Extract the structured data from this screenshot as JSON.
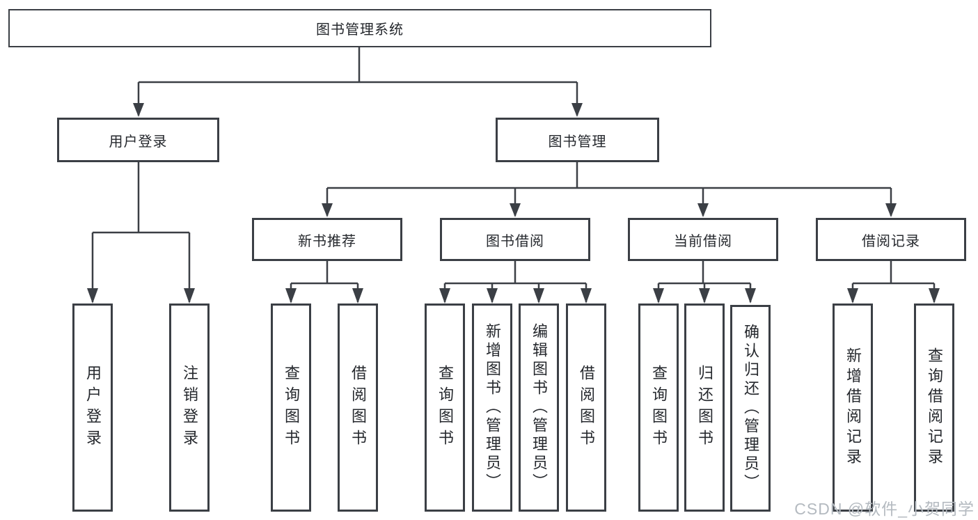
{
  "colors": {
    "line": "#3b3f45",
    "box_border": "#3b3f45",
    "text": "#25282d",
    "watermark": "#b4bac0",
    "background": "#ffffff"
  },
  "tree": {
    "label": "图书管理系统",
    "children": [
      {
        "label": "用户登录",
        "children": [
          {
            "label": "用户登录"
          },
          {
            "label": "注销登录"
          }
        ]
      },
      {
        "label": "图书管理",
        "children": [
          {
            "label": "新书推荐",
            "children": [
              {
                "label": "查询图书"
              },
              {
                "label": "借阅图书"
              }
            ]
          },
          {
            "label": "图书借阅",
            "children": [
              {
                "label": "查询图书"
              },
              {
                "label": "新增图书（管理员）"
              },
              {
                "label": "编辑图书（管理员）"
              },
              {
                "label": "借阅图书"
              }
            ]
          },
          {
            "label": "当前借阅",
            "children": [
              {
                "label": "查询图书"
              },
              {
                "label": "归还图书"
              },
              {
                "label": "确认归还（管理员）"
              }
            ]
          },
          {
            "label": "借阅记录",
            "children": [
              {
                "label": "新增借阅记录"
              },
              {
                "label": "查询借阅记录"
              }
            ]
          }
        ]
      }
    ]
  },
  "watermark": {
    "text": "CSDN @软件_小贺同学"
  }
}
